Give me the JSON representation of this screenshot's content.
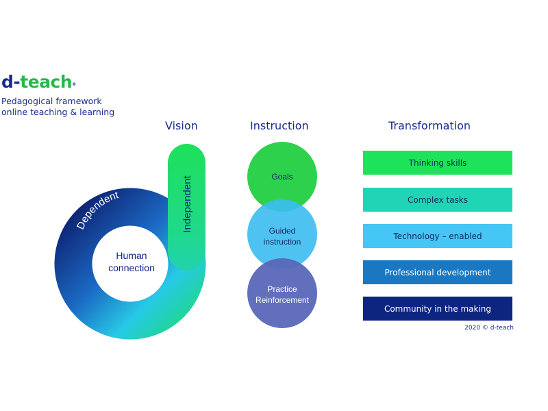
{
  "header": {
    "logo_d": "d-",
    "logo_teach": "teach",
    "logo_mark": "®",
    "subtitle_line1": "Pedagogical framework",
    "subtitle_line2": "online teaching & learning"
  },
  "columns": {
    "vision": "Vision",
    "instruction": "Instruction",
    "transformation": "Transformation"
  },
  "vision": {
    "ring_label": "Dependent",
    "stem_label": "Independent",
    "center_line1": "Human",
    "center_line2": "connection"
  },
  "instruction": {
    "circles": [
      {
        "line1": "Goals",
        "line2": "",
        "color": "#2ed14b"
      },
      {
        "line1": "Guided",
        "line2": "instruction",
        "color": "#3bbdf0"
      },
      {
        "line1": "Practice",
        "line2": "Reinforcement",
        "color": "#5a67b8"
      }
    ]
  },
  "transformation": {
    "bars": [
      {
        "label": "Thinking skills",
        "color": "#1ee35a",
        "text_color": "#0f2a5c"
      },
      {
        "label": "Complex tasks",
        "color": "#20d5b5",
        "text_color": "#0f2a5c"
      },
      {
        "label": "Technology – enabled",
        "color": "#45c6f5",
        "text_color": "#0f2a5c"
      },
      {
        "label": "Professional development",
        "color": "#1a78c2",
        "text_color": "#ffffff"
      },
      {
        "label": "Community in the making",
        "color": "#0e2580",
        "text_color": "#ffffff"
      }
    ]
  },
  "footer": {
    "copyright": "2020 © d-teach"
  }
}
